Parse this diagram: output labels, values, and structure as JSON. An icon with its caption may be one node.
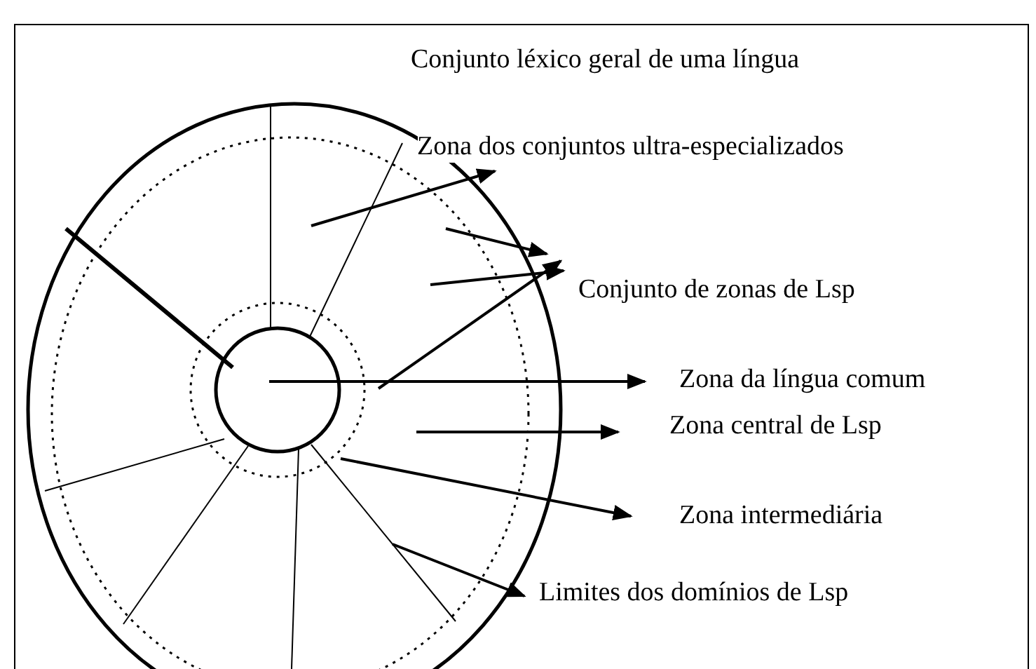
{
  "diagram": {
    "nodes": [
      {
        "text": [
          "Conjunto léxico geral de uma língua"
        ]
      },
      {
        "text": [
          "Zona dos conjuntos ultra-especializados"
        ],
        "in": 0
      },
      {
        "text": [
          "Conjunto de zonas de Lsp"
        ],
        "in": 0
      },
      {
        "text": [
          "Zona da língua comum"
        ],
        "in": 0
      },
      {
        "text": [
          "Zona central de Lsp"
        ],
        "in": 0
      },
      {
        "text": [
          "Zona intermediária"
        ],
        "in": 0
      },
      {
        "text": [
          "Limites dos domínios de Lsp"
        ],
        "in": 0
      }
    ],
    "edges": [
      {
        "from": null,
        "to": 1,
        "arrow": "to"
      },
      {
        "from": null,
        "to": 2,
        "arrow": "to"
      },
      {
        "from": null,
        "to": 2,
        "arrow": "to"
      },
      {
        "from": null,
        "to": 2,
        "arrow": "to"
      },
      {
        "from": null,
        "to": 3,
        "arrow": "to"
      },
      {
        "from": null,
        "to": 4,
        "arrow": "to"
      },
      {
        "from": null,
        "to": 5,
        "arrow": "to"
      },
      {
        "from": null,
        "to": 6,
        "arrow": "to"
      }
    ]
  }
}
